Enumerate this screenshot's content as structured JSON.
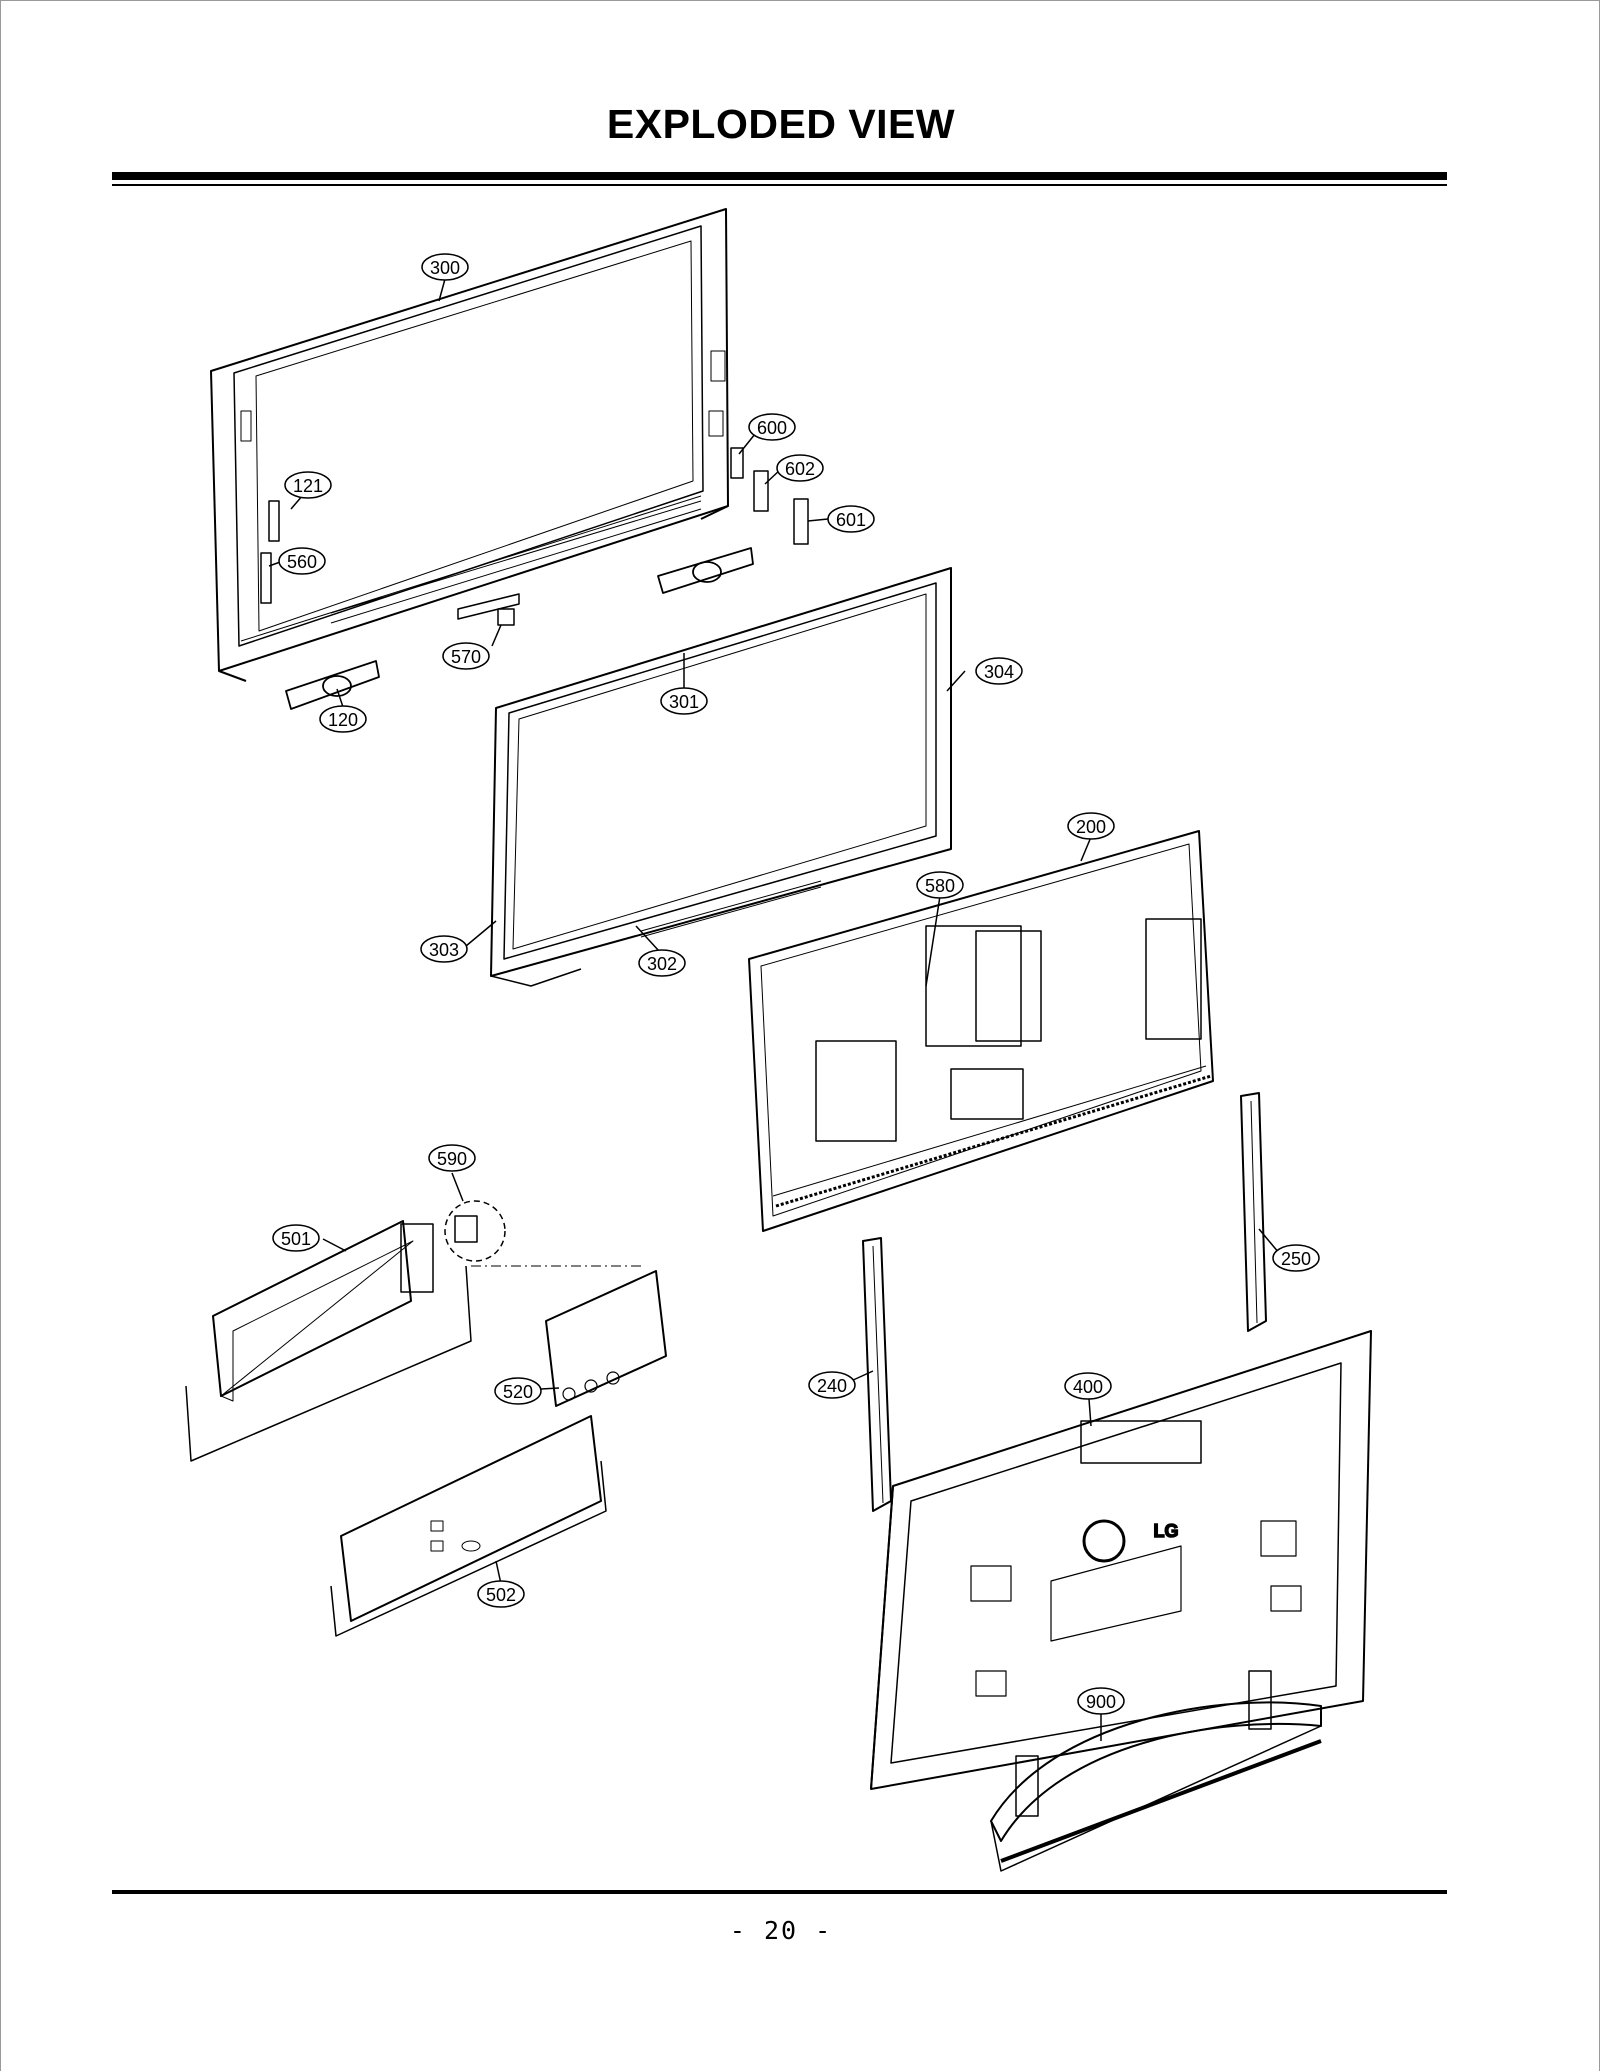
{
  "title": "EXPLODED VIEW",
  "page_number": "- 20 -",
  "callouts": {
    "c300": "300",
    "c121": "121",
    "c560": "560",
    "c570": "570",
    "c120": "120",
    "c600": "600",
    "c602": "602",
    "c601": "601",
    "c301": "301",
    "c304": "304",
    "c303": "303",
    "c302": "302",
    "c200": "200",
    "c580": "580",
    "c590": "590",
    "c501": "501",
    "c520": "520",
    "c502": "502",
    "c240": "240",
    "c250": "250",
    "c400": "400",
    "c900": "900"
  },
  "logo_text": "LG"
}
